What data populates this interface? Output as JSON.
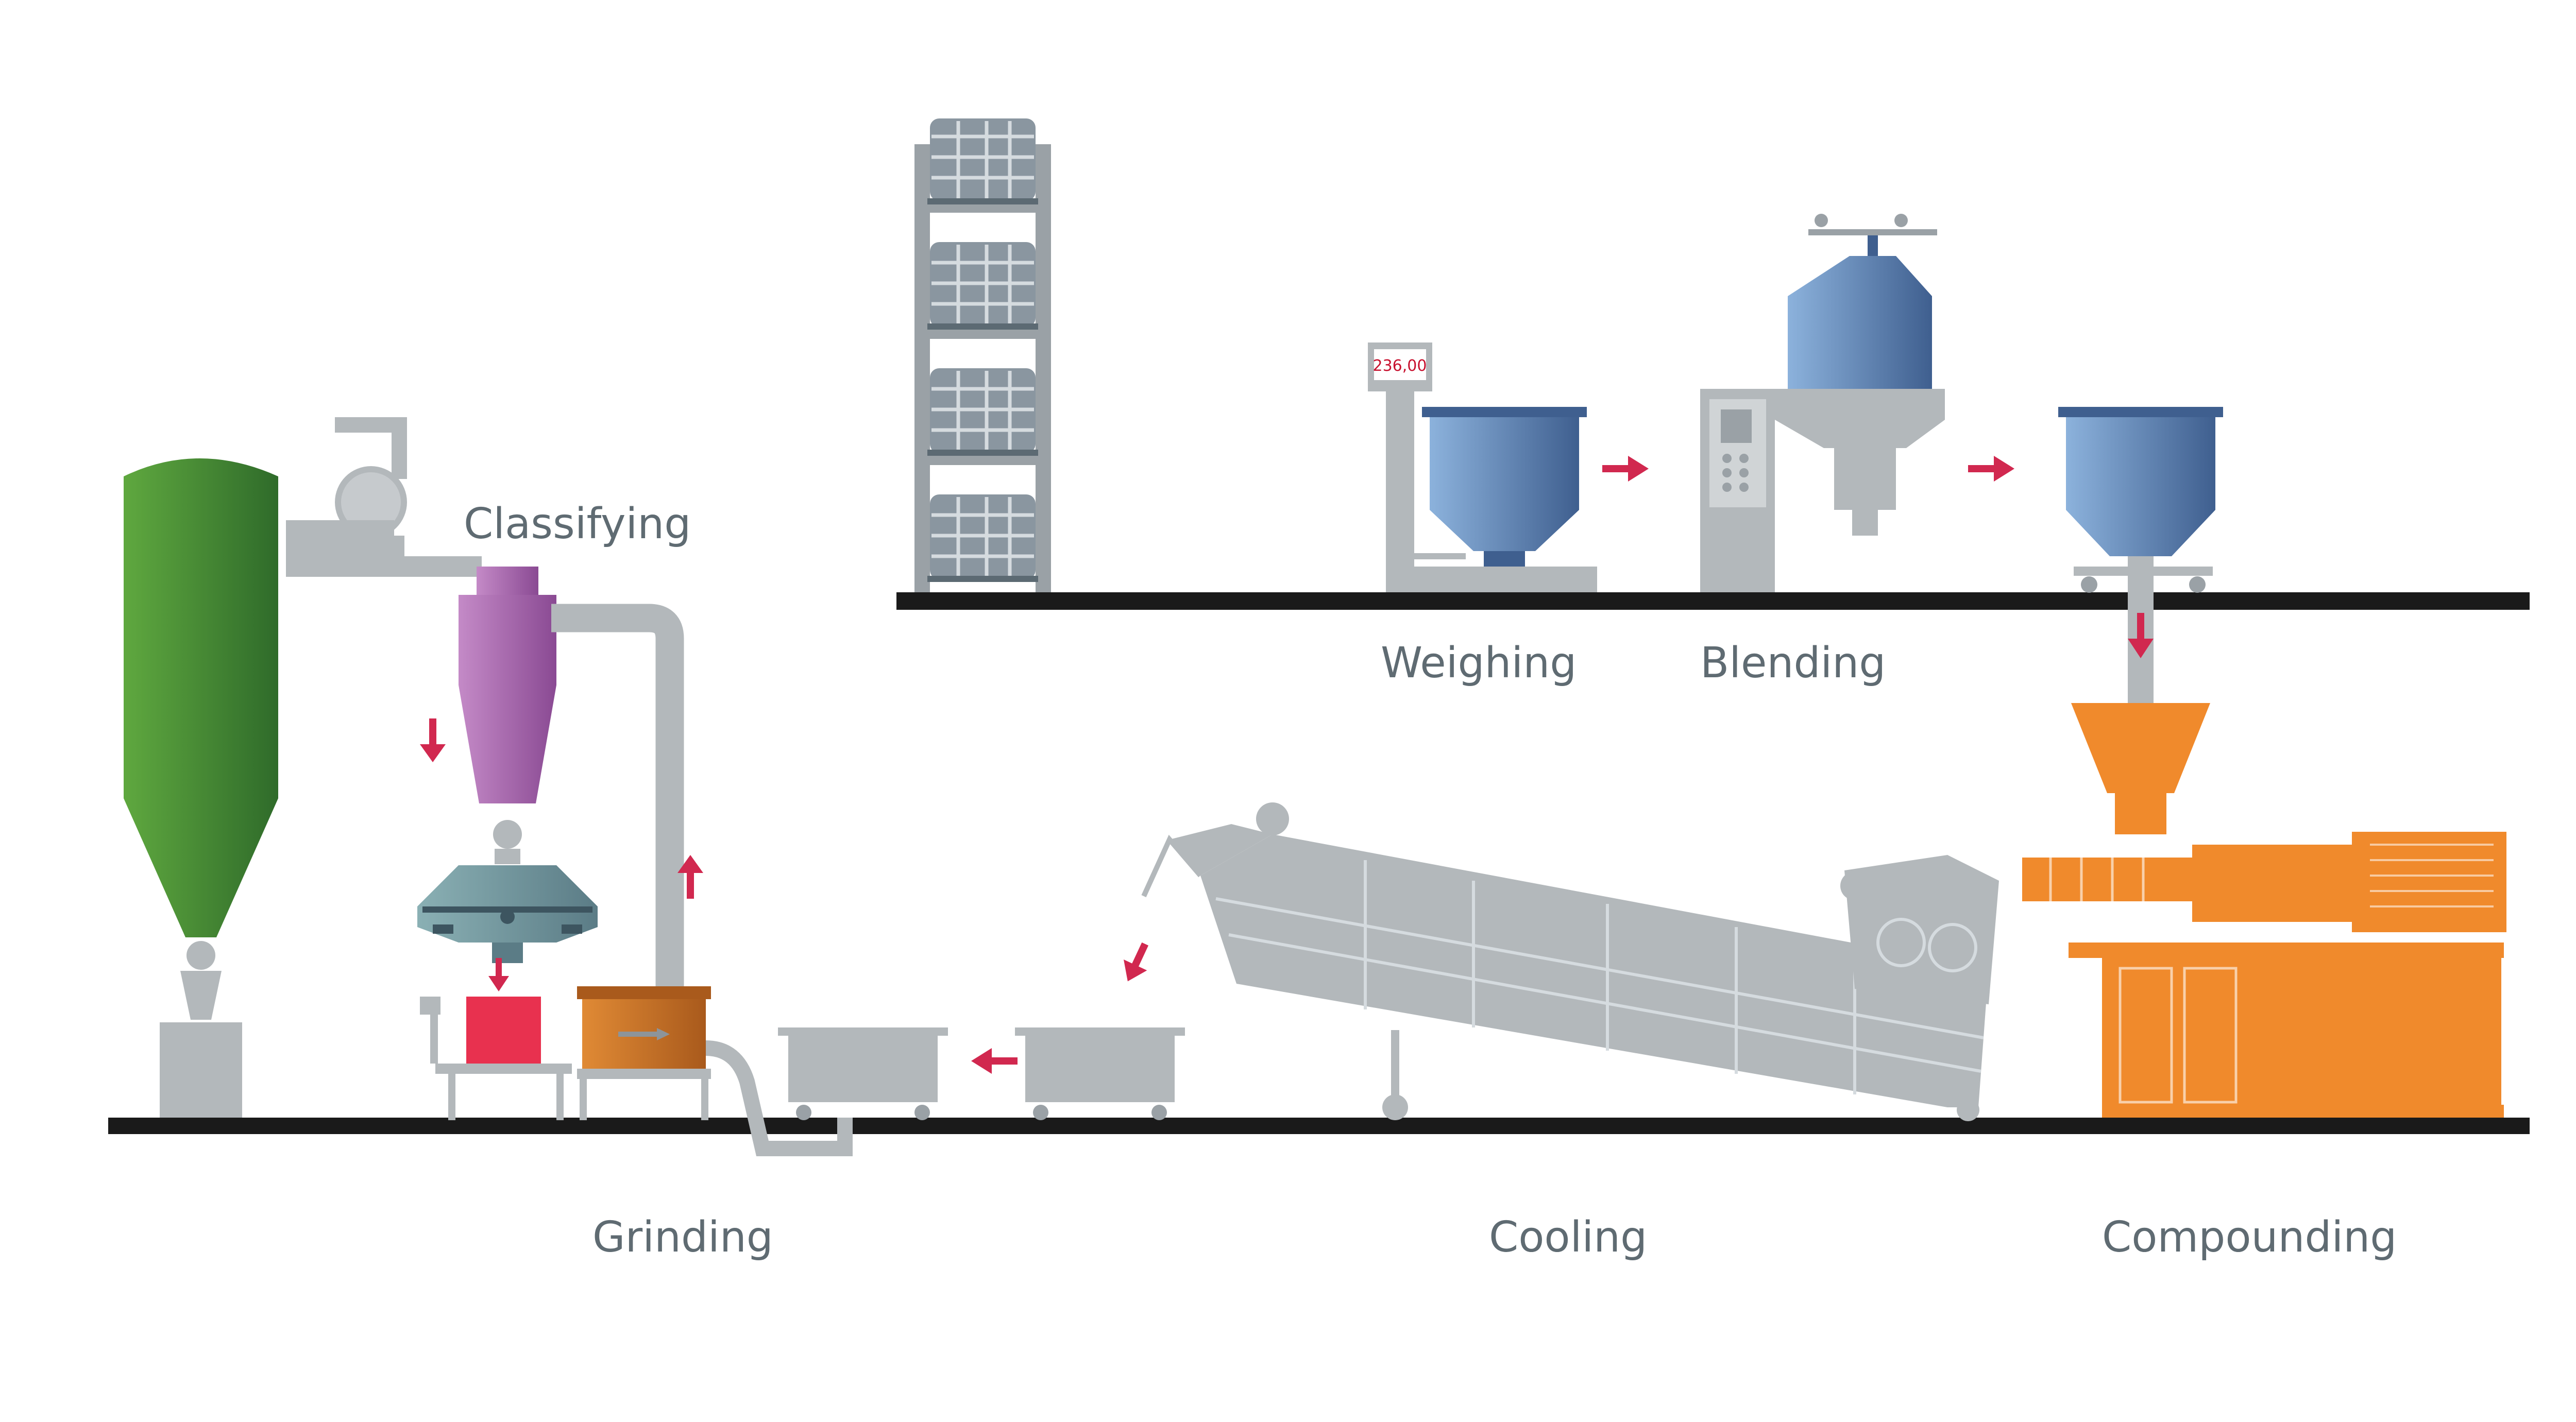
{
  "labels": {
    "classifying": "Classifying",
    "weighing": "Weighing",
    "blending": "Blending",
    "grinding": "Grinding",
    "cooling": "Cooling",
    "compounding": "Compounding"
  },
  "scale_display": "236,00",
  "colors": {
    "floor": "#1a1a1a",
    "machine_gray": "#b3b8bb",
    "machine_gray_dark": "#8d9499",
    "silo_green": "#4f9a3a",
    "cyclone_purple": "#b07ab8",
    "hopper_blue": "#6f93c2",
    "extruder_orange": "#f08a2c",
    "grinder_orange": "#d3782a",
    "bin_red": "#e8314f",
    "arrow_red": "#d1284f",
    "label_gray": "#5f6b72"
  },
  "icons": [
    "arrow-down-icon",
    "arrow-up-icon",
    "arrow-right-icon",
    "arrow-left-icon"
  ]
}
